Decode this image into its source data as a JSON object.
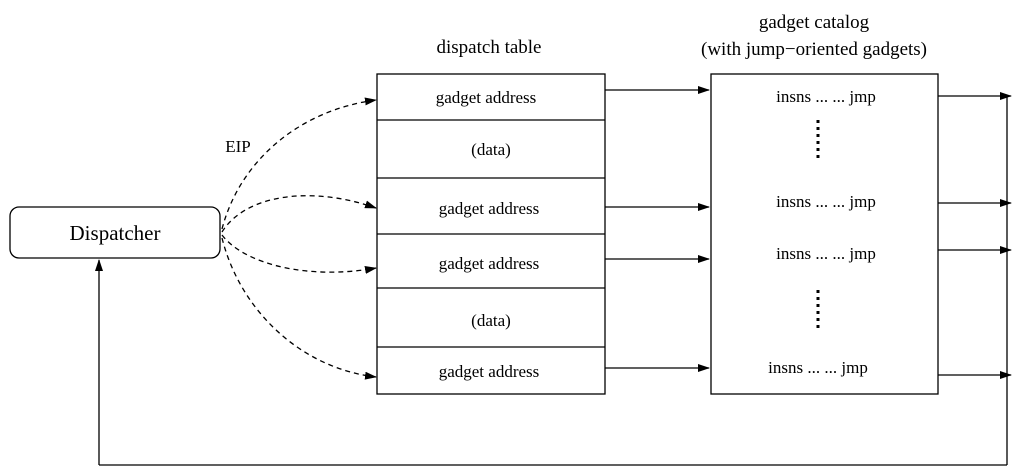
{
  "diagram": {
    "dispatcher": {
      "label": "Dispatcher"
    },
    "eip_label": "EIP",
    "dispatch_table": {
      "title": "dispatch table",
      "rows": [
        {
          "label": "gadget address"
        },
        {
          "label": "(data)"
        },
        {
          "label": "gadget address"
        },
        {
          "label": "gadget address"
        },
        {
          "label": "(data)"
        },
        {
          "label": "gadget address"
        }
      ]
    },
    "gadget_catalog": {
      "title_line1": "gadget catalog",
      "title_line2": "(with jump−oriented gadgets)",
      "gadgets": [
        {
          "label": "insns ... ... jmp"
        },
        {
          "label": "insns ... ... jmp"
        },
        {
          "label": "insns ... ... jmp"
        },
        {
          "label": "insns ... ... jmp"
        }
      ]
    }
  }
}
